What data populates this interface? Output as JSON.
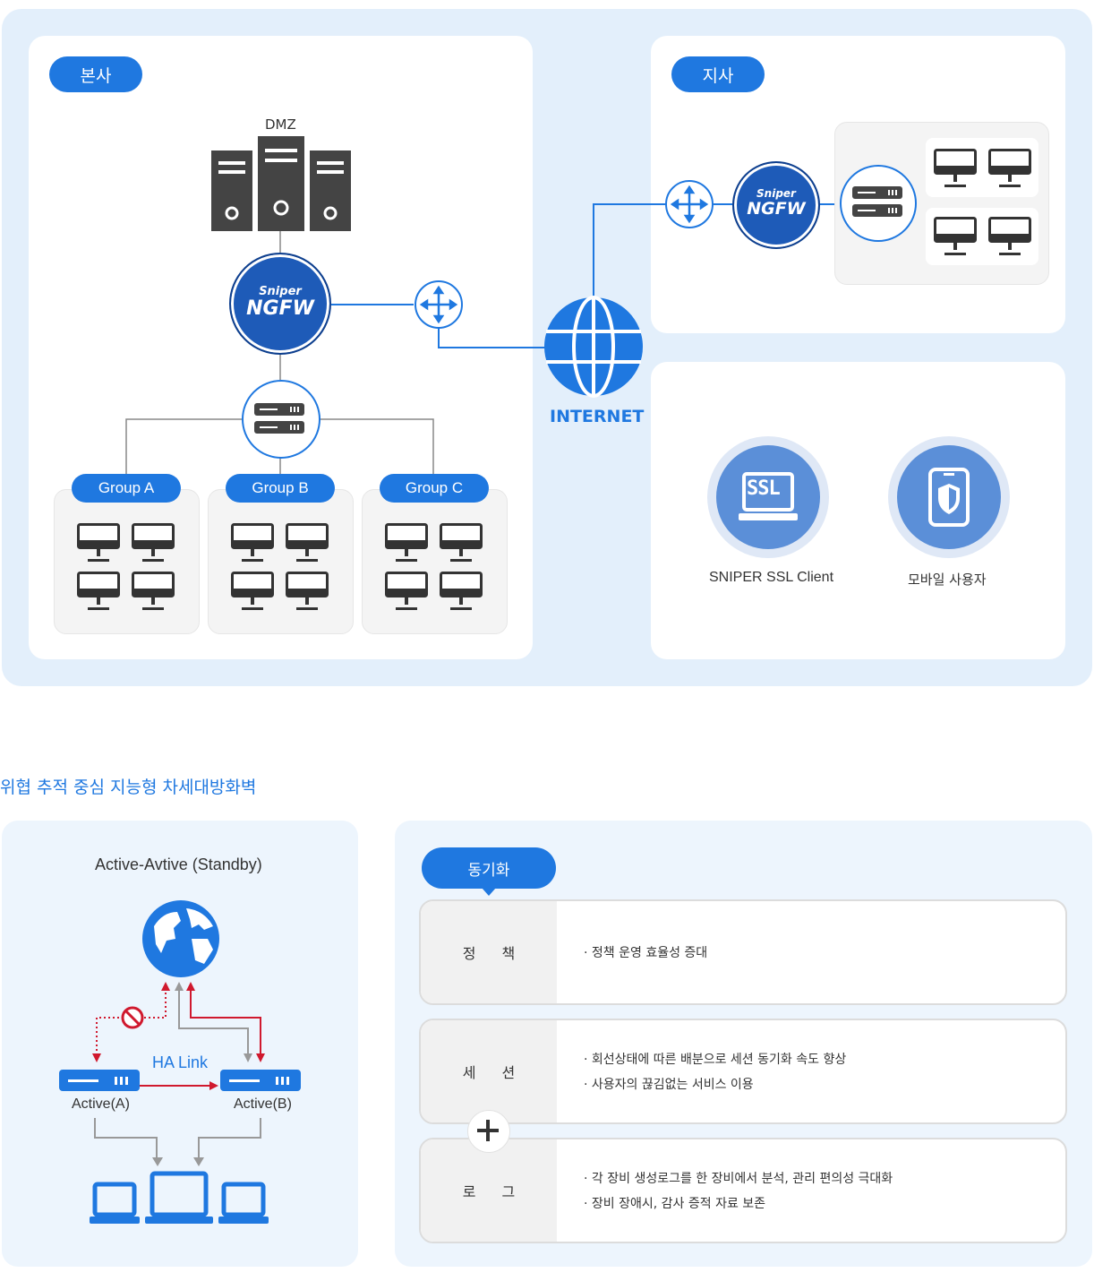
{
  "top": {
    "hq_label": "본사",
    "branch_label": "지사",
    "dmz_label": "DMZ",
    "ngfw_brand": "Sniper",
    "ngfw_name": "NGFW",
    "internet_label": "INTERNET",
    "groups": [
      "Group A",
      "Group B",
      "Group C"
    ],
    "ssl_client_label": "SNIPER SSL Client",
    "ssl_icon_text": "SSL",
    "mobile_label": "모바일 사용자"
  },
  "section_title": "위협 추적 중심 지능형 차세대방화벽",
  "ha": {
    "title": "Active-Avtive (Standby)",
    "link_label": "HA Link",
    "active_a": "Active(A)",
    "active_b": "Active(B)"
  },
  "sync": {
    "label": "동기화",
    "rows": [
      {
        "label": "정 책",
        "bullets": [
          "· 정책 운영 효율성 증대"
        ]
      },
      {
        "label": "세 션",
        "bullets": [
          "· 회선상태에 따른 배분으로 세션 동기화 속도 향상",
          "· 사용자의 끊김없는 서비스 이용"
        ]
      },
      {
        "label": "로 그",
        "bullets": [
          "· 각 장비 생성로그를 한 장비에서 분석, 관리 편의성 극대화",
          "· 장비 장애시, 감사 증적 자료 보존"
        ]
      }
    ]
  },
  "colors": {
    "accent": "#1f78e0",
    "dark_blue": "#1e5bb8",
    "bg_light": "#e3effb",
    "alert_red": "#d0192e"
  }
}
